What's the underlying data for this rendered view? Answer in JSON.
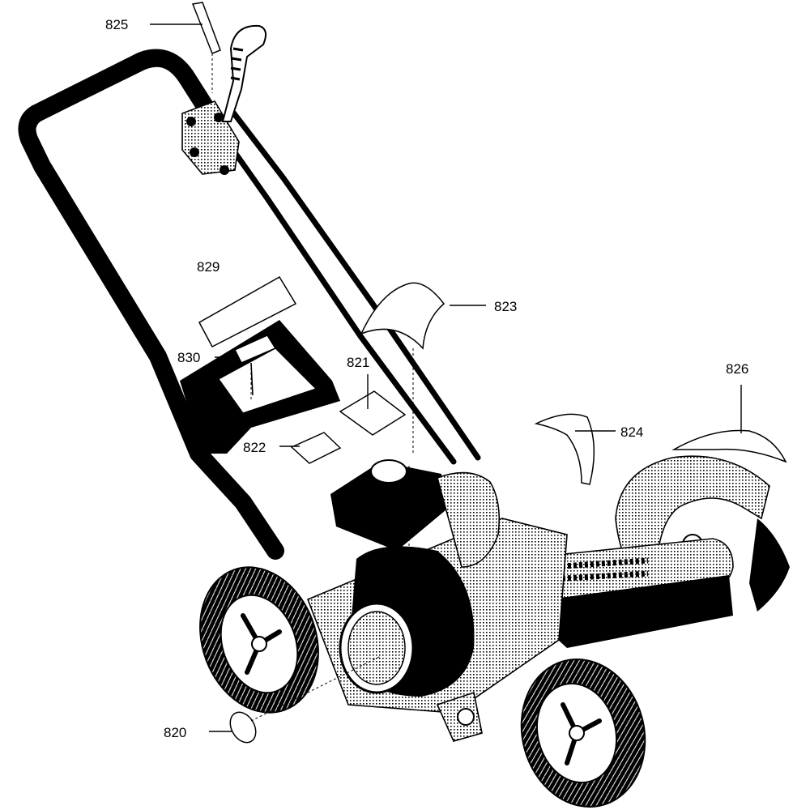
{
  "diagram": {
    "callouts": {
      "c820": "820",
      "c821": "821",
      "c822": "822",
      "c823": "823",
      "c824": "824",
      "c825": "825",
      "c826": "826",
      "c829": "829",
      "c830": "830"
    }
  }
}
